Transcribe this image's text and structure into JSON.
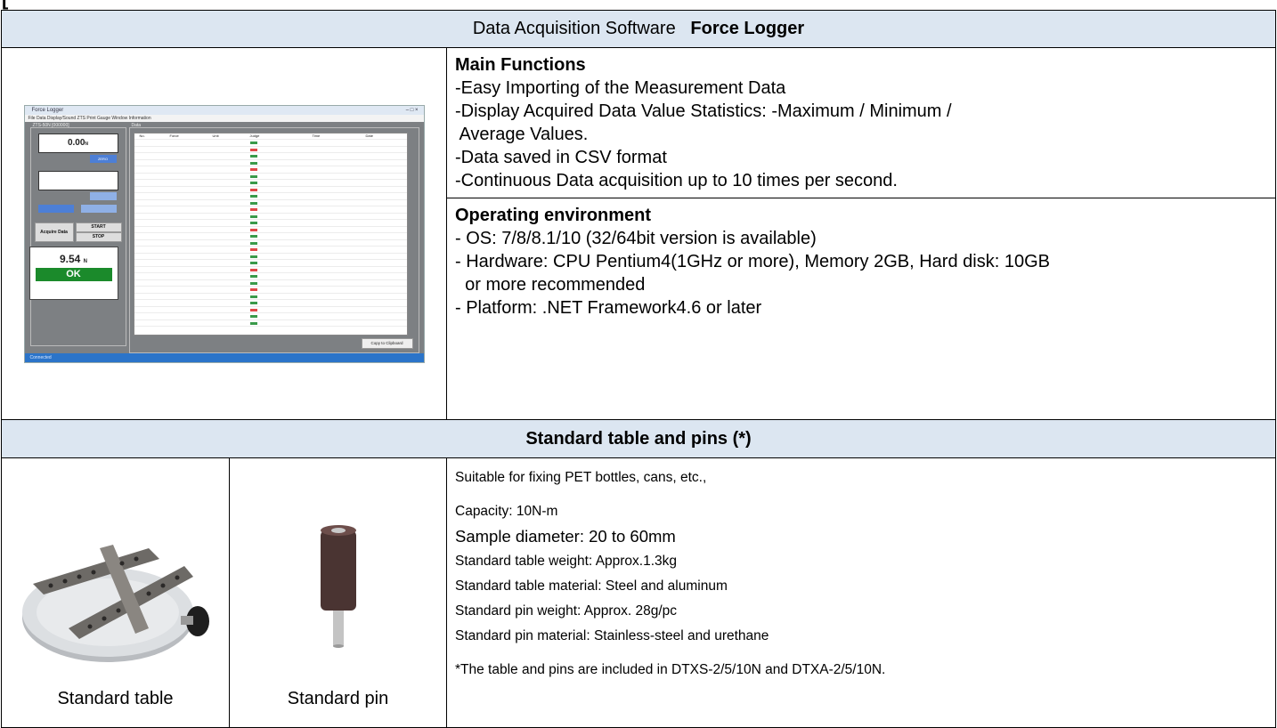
{
  "header": {
    "prefix": "Data Acquisition Software",
    "product": "Force Logger"
  },
  "screenshot": {
    "app_title": "Force Logger",
    "menu": "File  Data  Display/Sound  ZTS  Print  Gauge  Window  Information",
    "left_label": "ZTS-50N [000000]",
    "right_label": "Data",
    "zero_value": "0.00",
    "unit": "N",
    "zero_label": "ZERO",
    "acquire_label": "Acquire Data",
    "start_label": "START",
    "stop_label": "STOP",
    "result_value": "9.54",
    "result_status": "OK",
    "copy_label": "Copy to Clipboard",
    "status_text": "Connected",
    "columns": [
      "No.",
      "Force",
      "Unit",
      "Judge",
      "Time",
      "Date"
    ]
  },
  "main_functions": {
    "heading": "Main Functions",
    "items": [
      "-Easy Importing of the Measurement Data",
      "-Display Acquired Data Value Statistics: -Maximum / Minimum /",
      " Average Values.",
      "-Data saved in CSV format",
      "-Continuous Data acquisition up to 10 times per second."
    ]
  },
  "environment": {
    "heading": "Operating environment",
    "items": [
      "- OS: 7/8/8.1/10 (32/64bit version is available)",
      "- Hardware: CPU Pentium4(1GHz or more), Memory 2GB, Hard disk: 10GB",
      "  or more recommended",
      "- Platform: .NET Framework4.6 or later"
    ]
  },
  "standard": {
    "heading": "Standard table and pins (*)",
    "table_caption": "Standard table",
    "pin_caption": "Standard pin",
    "specs": [
      "Suitable for fixing PET bottles, cans, etc.,",
      "Capacity: 10N-m",
      "Sample diameter: 20 to 60mm",
      "Standard table weight: Approx.1.3kg",
      "Standard table material: Steel and aluminum",
      "Standard pin weight: Approx. 28g/pc",
      "Standard pin material: Stainless-steel and urethane",
      "*The table and pins are included in DTXS-2/5/10N and DTXA-2/5/10N."
    ]
  }
}
